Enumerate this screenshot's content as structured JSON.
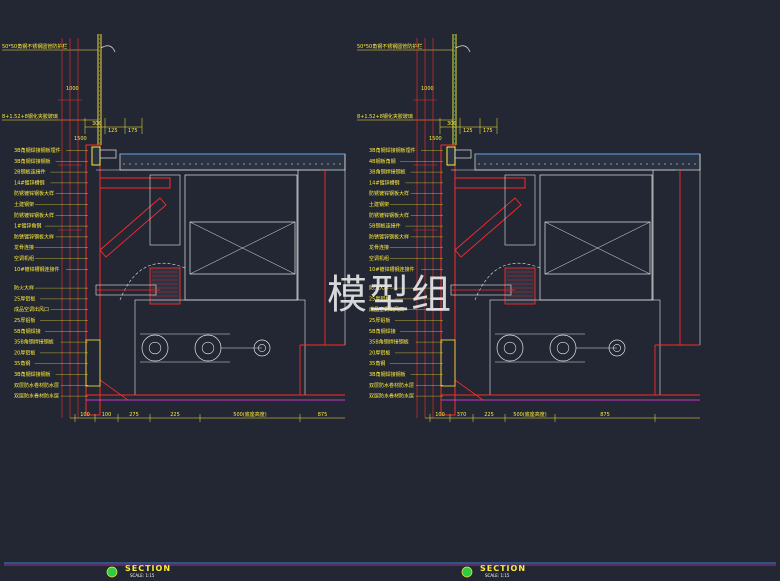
{
  "watermark": "模型组",
  "colors": {
    "background": "#222733",
    "red": "#ff2a2a",
    "yellow": "#ffeb3b",
    "white": "#e6e6e6",
    "green": "#2ecc40",
    "blue": "#4aa3ff",
    "magenta": "#ff40ff"
  },
  "panels": [
    {
      "id": "left",
      "top_note": "50*50角钢不锈钢圆管防护栏",
      "glass_note": "8+1.52+8钢化夹胶玻璃",
      "notes": [
        "3B角钢焊接钢板埋件",
        "3B角钢焊接钢板",
        "2B钢板连接件",
        "14#镀锌槽钢",
        "防锈镀锌钢板大样",
        "土建钢架",
        "防锈镀锌钢板大样",
        "1#镀锌角钢",
        "防锈镀锌钢板大样",
        "龙骨连接",
        "空调机组",
        "10#镀锌槽钢连接件",
        "防火大样",
        "25厚铝板",
        "成品空调出风口",
        "25厚铝板",
        "5B角钢焊接",
        "35B角钢焊接钢板",
        "20厚铝板",
        "35角钢",
        "3B角钢焊接钢板",
        "双层防水卷材防水层",
        "双层防水卷材防水层"
      ],
      "dims_bottom": [
        "100",
        "100",
        "275",
        "225",
        "500(底座高度)",
        "875"
      ],
      "dims_top": [
        "300",
        "125",
        "175"
      ],
      "dims_side": [
        "1000",
        "1500",
        "1000"
      ],
      "section_title": "SECTION",
      "scale_text": "SCALE: 1:15"
    },
    {
      "id": "right",
      "top_note": "50*50角钢不锈钢圆管防护栏",
      "glass_note": "8+1.52+8钢化夹胶玻璃",
      "notes": [
        "3B角钢焊接钢板埋件",
        "4B钢板角钢",
        "3B角钢焊接钢板",
        "14#镀锌槽钢",
        "防锈镀锌钢板大样",
        "土建钢架",
        "防锈镀锌钢板大样",
        "5B钢板连接件",
        "防锈镀锌钢板大样",
        "龙骨连接",
        "空调机组",
        "10#镀锌槽钢连接件",
        "防火大样",
        "25厚铝板",
        "成品空调出风口",
        "25厚铝板",
        "5B角钢焊接",
        "35B角钢焊接钢板",
        "20厚铝板",
        "35角钢",
        "3B角钢焊接钢板",
        "双层防水卷材防水层",
        "双层防水卷材防水层"
      ],
      "dims_bottom": [
        "100",
        "370",
        "225",
        "500(底座高度)",
        "875"
      ],
      "dims_top": [
        "300",
        "125",
        "175"
      ],
      "dims_side": [
        "1000",
        "1500",
        "1000"
      ],
      "section_title": "SECTION",
      "scale_text": "SCALE: 1:15"
    }
  ]
}
